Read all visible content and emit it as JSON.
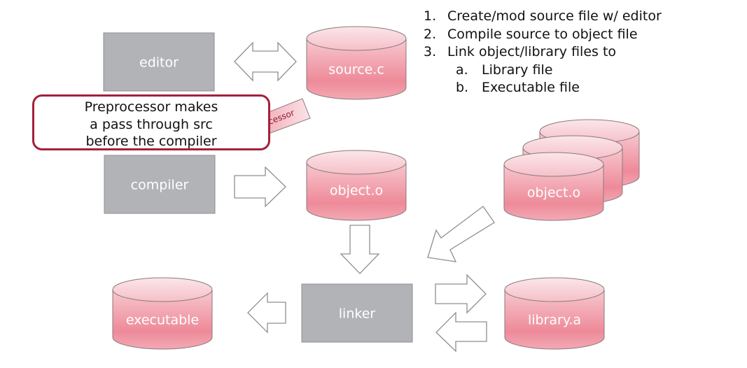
{
  "steps": [
    {
      "marker": "1.",
      "text": "Create/mod source file w/ editor"
    },
    {
      "marker": "2.",
      "text": "Compile source to object file"
    },
    {
      "marker": "3.",
      "text": "Link object/library files to"
    },
    {
      "marker": "a.",
      "text": "Library file",
      "sub": true
    },
    {
      "marker": "b.",
      "text": "Executable file",
      "sub": true
    }
  ],
  "tools": {
    "editor": "editor",
    "compiler": "compiler",
    "linker": "linker"
  },
  "files": {
    "source": "source.c",
    "object": "object.o",
    "object_stack": "object.o",
    "executable": "executable",
    "library": "library.a"
  },
  "note": {
    "lines": [
      "Preprocessor makes",
      "a pass through src",
      "before the compiler"
    ]
  },
  "preprocessor_arrow_label": "Preprocessor",
  "colors": {
    "tool_box": "#b1b3b6",
    "file_pink": "#f0a0ad",
    "note_border": "#a3203a"
  }
}
